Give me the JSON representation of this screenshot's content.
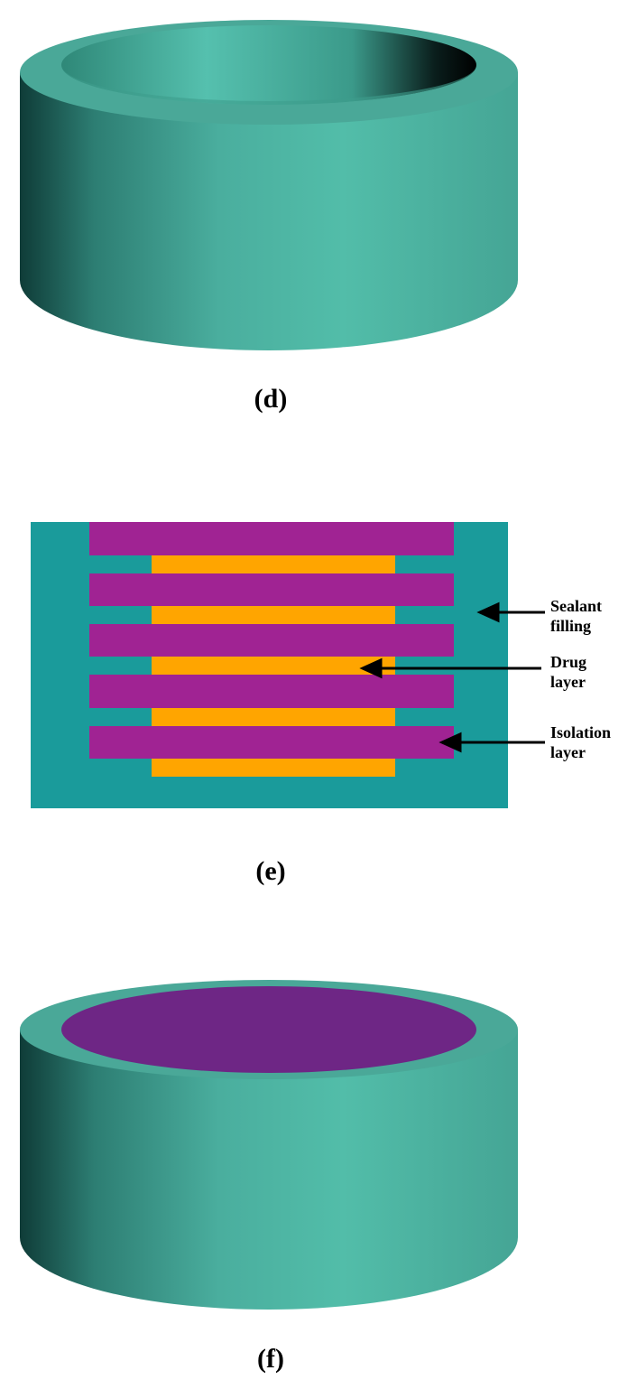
{
  "panels": {
    "d": {
      "label": "(d)"
    },
    "e": {
      "label": "(e)"
    },
    "f": {
      "label": "(f)"
    }
  },
  "annotations": {
    "sealant": {
      "line1": "Sealant",
      "line2": "filling"
    },
    "drug": {
      "line1": "Drug",
      "line2": "layer"
    },
    "isolation": {
      "line1": "Isolation",
      "line2": "layer"
    }
  },
  "colors": {
    "teal_shell": "#4fb7a6",
    "teal_block": "#1a9b9b",
    "isolation_purple": "#a02393",
    "drug_orange": "#ffa500",
    "top_fill_purple": "#6e2685"
  }
}
